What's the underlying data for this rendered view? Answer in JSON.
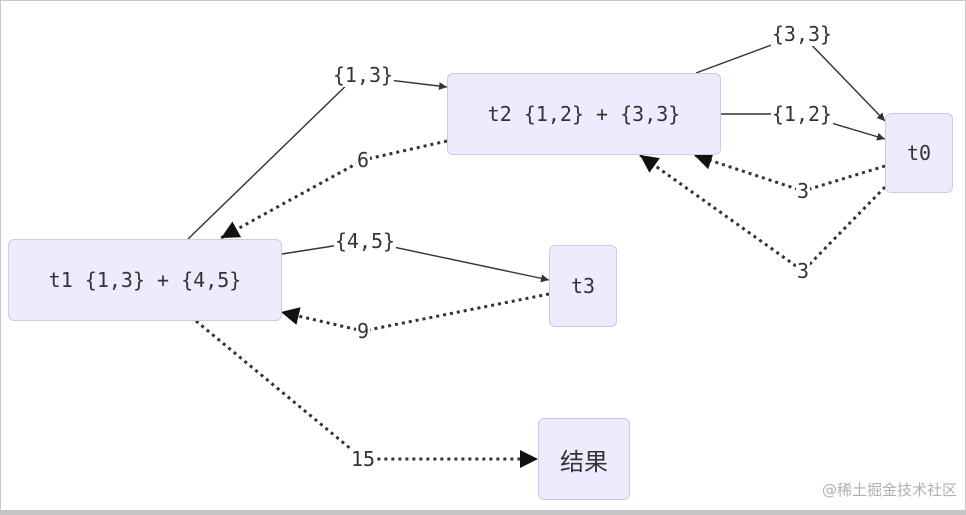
{
  "nodes": {
    "t1": "t1 {1,3} + {4,5}",
    "t2": "t2 {1,2} + {3,3}",
    "t0": "t0",
    "t3": "t3",
    "result": "结果"
  },
  "edge_labels": {
    "t1_to_t2": "{1,3}",
    "t2_to_t0_a": "{3,3}",
    "t2_to_t0_b": "{1,2}",
    "t2_to_t1_return": "6",
    "t0_to_t2_return_a": "3",
    "t0_to_t2_return_b": "3",
    "t1_to_t3": "{4,5}",
    "t3_to_t1_return": "9",
    "t1_to_result": "15"
  },
  "watermark": "@稀土掘金技术社区",
  "colors": {
    "node_fill": "#ececfe",
    "node_border": "#c9c9f6",
    "edge": "#333333"
  }
}
